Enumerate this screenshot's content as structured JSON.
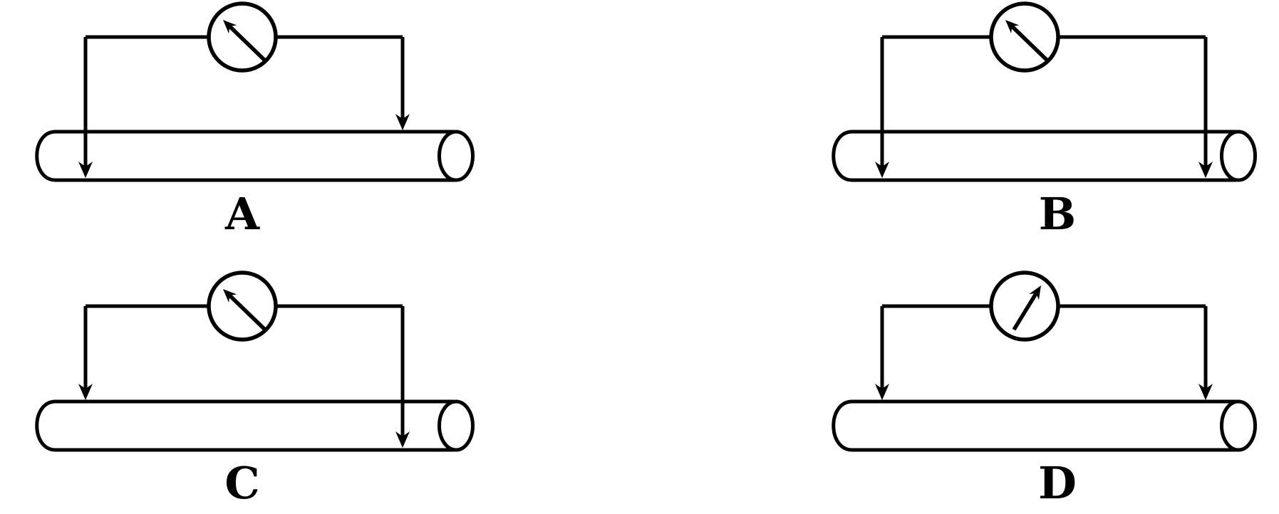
{
  "figure": {
    "title": "Galvanometer and conducting rod circuit options",
    "background_color": "#ffffff",
    "line_color": "#000000",
    "meter_icon": "galvanometer-circle-with-needle",
    "options": [
      {
        "label": "A",
        "needle_direction": "up-left",
        "left_lead_contact": "inside-rod",
        "right_lead_contact": "top-surface"
      },
      {
        "label": "B",
        "needle_direction": "up-left",
        "left_lead_contact": "inside-rod",
        "right_lead_contact": "inside-rod"
      },
      {
        "label": "C",
        "needle_direction": "up-left",
        "left_lead_contact": "top-surface",
        "right_lead_contact": "inside-rod"
      },
      {
        "label": "D",
        "needle_direction": "up-right",
        "left_lead_contact": "top-surface",
        "right_lead_contact": "top-surface"
      }
    ]
  }
}
